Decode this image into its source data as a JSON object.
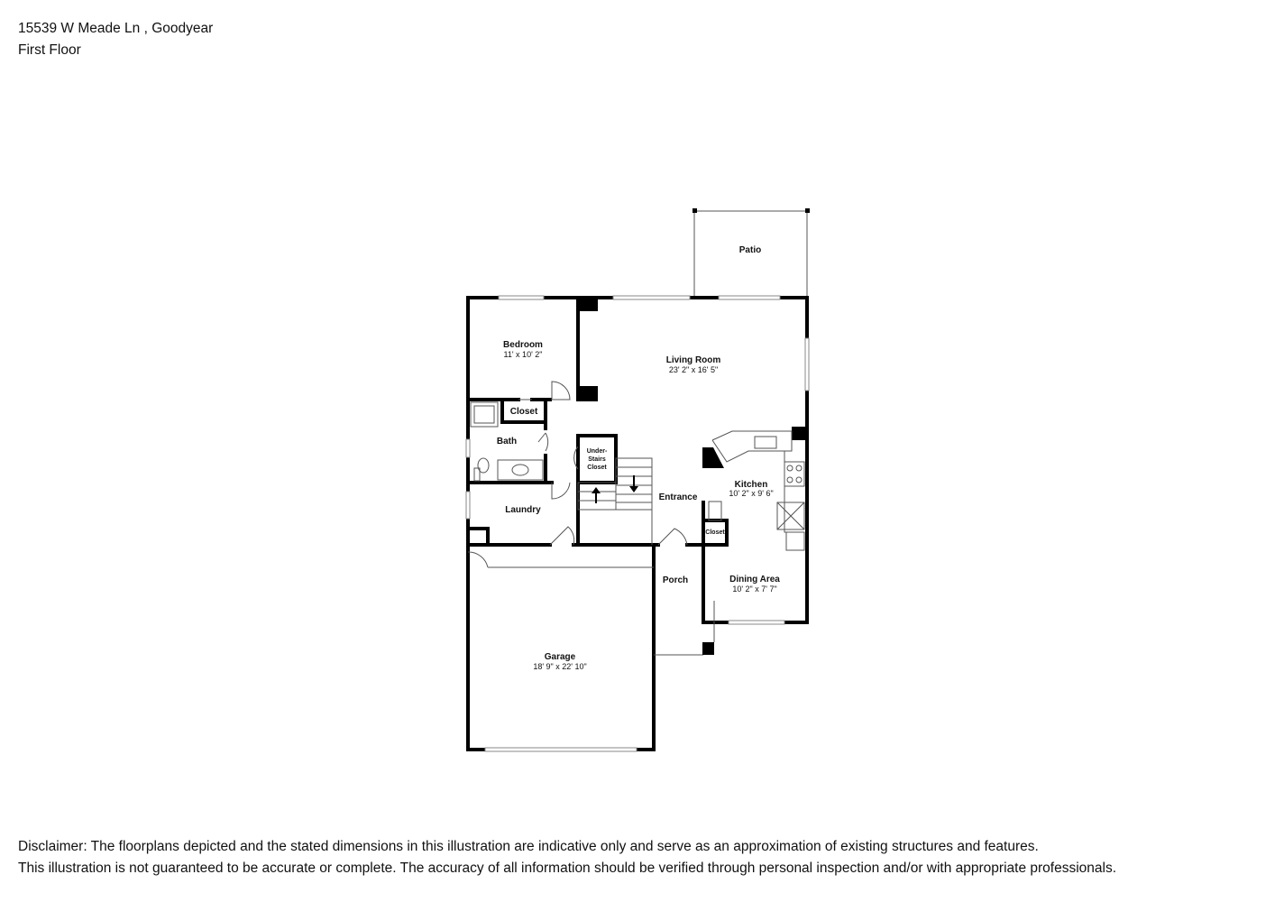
{
  "header": {
    "address": "15539 W Meade Ln , Goodyear",
    "floor": "First Floor"
  },
  "rooms": {
    "patio": {
      "name": "Patio"
    },
    "bedroom": {
      "name": "Bedroom",
      "dims": "11' x 10' 2\""
    },
    "living_room": {
      "name": "Living Room",
      "dims": "23' 2\" x 16' 5\""
    },
    "closet": {
      "name": "Closet"
    },
    "bath": {
      "name": "Bath"
    },
    "under_stairs_closet": {
      "line1": "Under-",
      "line2": "Stairs",
      "line3": "Closet"
    },
    "kitchen": {
      "name": "Kitchen",
      "dims": "10' 2\" x 9' 6\""
    },
    "entrance": {
      "name": "Entrance"
    },
    "laundry": {
      "name": "Laundry"
    },
    "small_closet": {
      "name": "Closet"
    },
    "porch": {
      "name": "Porch"
    },
    "dining_area": {
      "name": "Dining Area",
      "dims": "10' 2\" x 7' 7\""
    },
    "garage": {
      "name": "Garage",
      "dims": "18' 9\" x 22' 10\""
    }
  },
  "disclaimer": {
    "line1": "Disclaimer: The floorplans depicted and the stated dimensions in this illustration are indicative only and serve as an approximation of existing structures and features.",
    "line2": "This illustration is not guaranteed to be accurate or complete. The accuracy of all information should be verified through personal inspection and/or with appropriate professionals."
  },
  "colors": {
    "wall": "#000000",
    "background": "#ffffff",
    "text": "#111111"
  }
}
